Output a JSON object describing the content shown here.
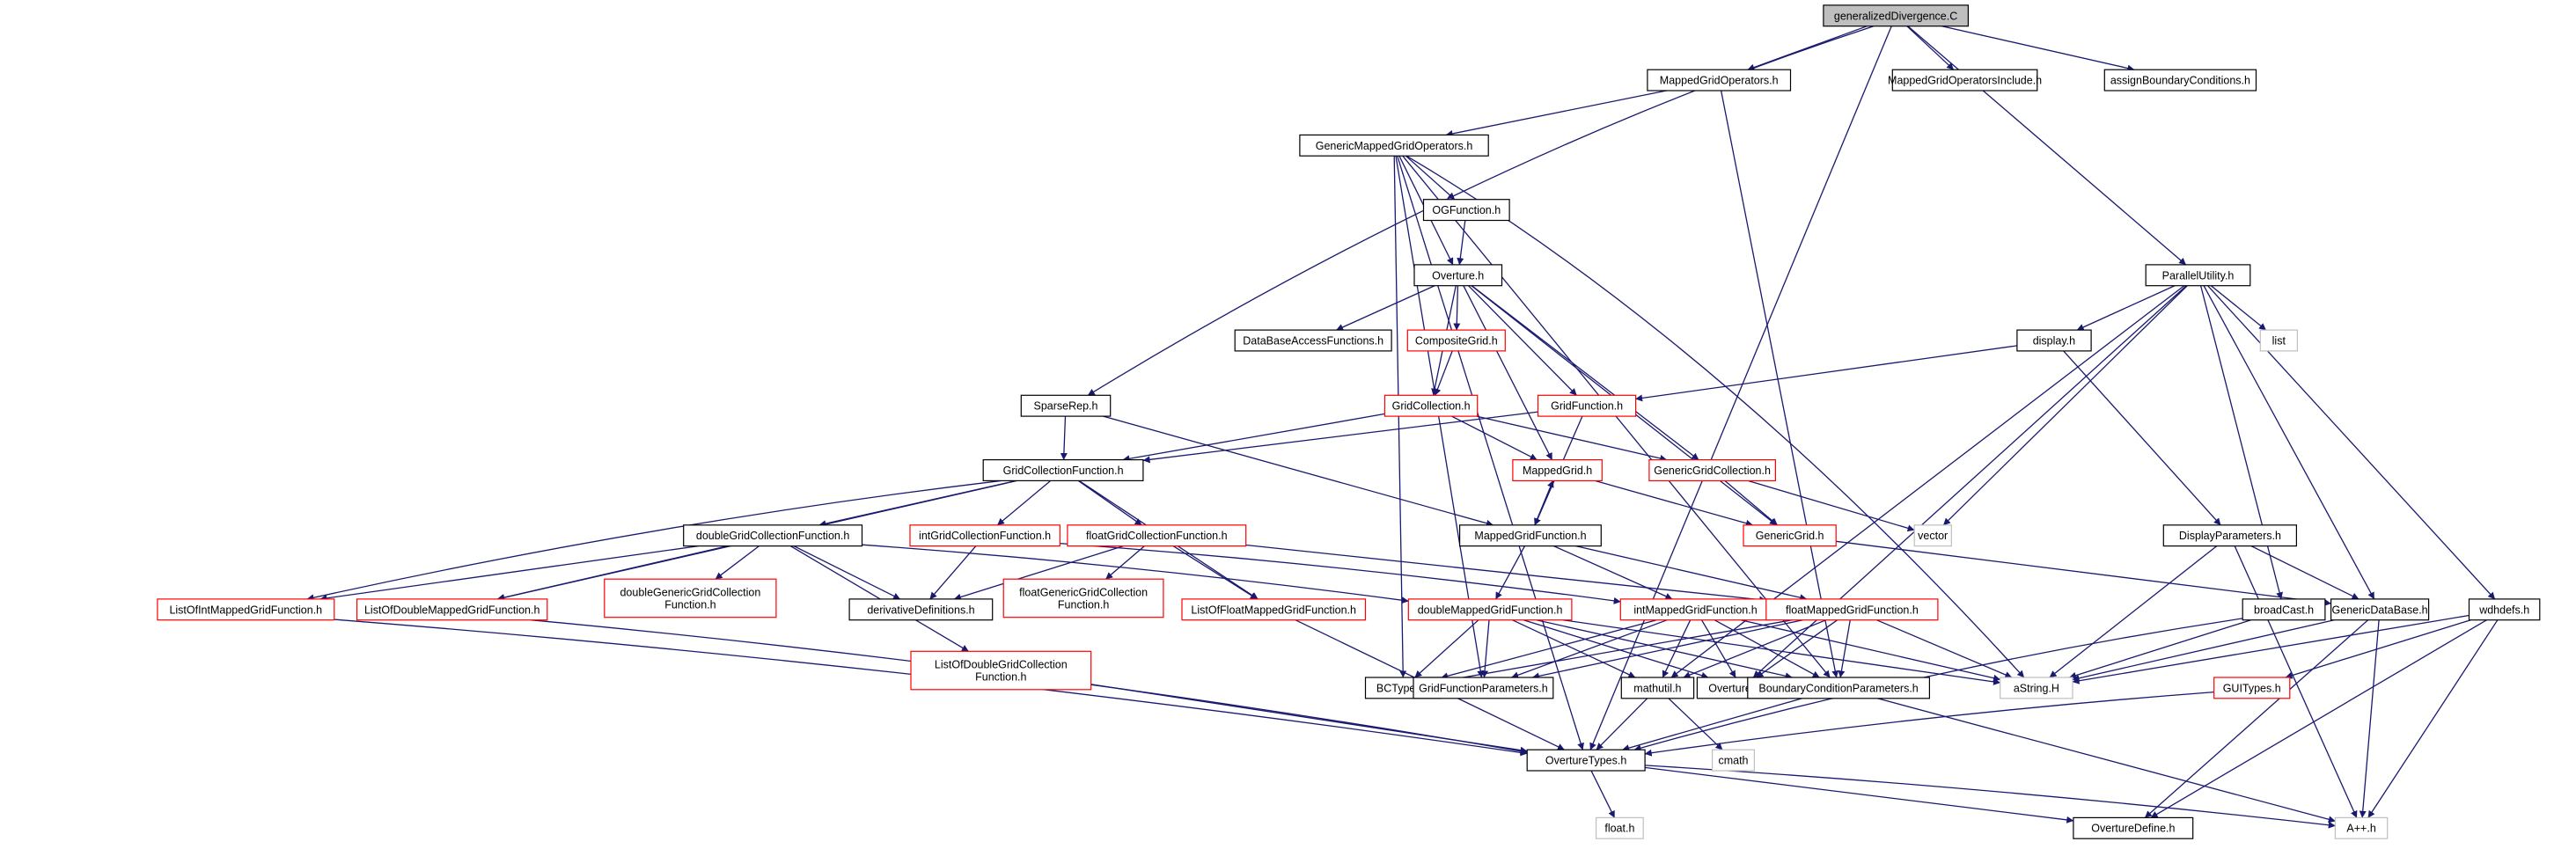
{
  "colors": {
    "edge": "#191970",
    "normal": "#000000",
    "red": "#ff0000",
    "gray": "#bfbfbf",
    "root_fill": "#bfbfbf"
  },
  "nodes": [
    {
      "id": "root",
      "label": "generalizedDivergence.C",
      "style": "root"
    },
    {
      "id": "mgo",
      "label": "MappedGridOperators.h",
      "style": "normal"
    },
    {
      "id": "mgoi",
      "label": "MappedGridOperatorsInclude.h",
      "style": "normal"
    },
    {
      "id": "abc",
      "label": "assignBoundaryConditions.h",
      "style": "normal"
    },
    {
      "id": "gmgo",
      "label": "GenericMappedGridOperators.h",
      "style": "normal"
    },
    {
      "id": "ogf",
      "label": "OGFunction.h",
      "style": "normal"
    },
    {
      "id": "ovt",
      "label": "Overture.h",
      "style": "normal"
    },
    {
      "id": "dbaf",
      "label": "DataBaseAccessFunctions.h",
      "style": "normal"
    },
    {
      "id": "cg",
      "label": "CompositeGrid.h",
      "style": "red"
    },
    {
      "id": "gc",
      "label": "GridCollection.h",
      "style": "red"
    },
    {
      "id": "gf",
      "label": "GridFunction.h",
      "style": "red"
    },
    {
      "id": "sr",
      "label": "SparseRep.h",
      "style": "normal"
    },
    {
      "id": "pu",
      "label": "ParallelUtility.h",
      "style": "normal"
    },
    {
      "id": "disp",
      "label": "display.h",
      "style": "normal"
    },
    {
      "id": "list",
      "label": "list",
      "style": "gray"
    },
    {
      "id": "gcf",
      "label": "GridCollectionFunction.h",
      "style": "normal"
    },
    {
      "id": "mg",
      "label": "MappedGrid.h",
      "style": "red"
    },
    {
      "id": "ggc",
      "label": "GenericGridCollection.h",
      "style": "red"
    },
    {
      "id": "dgcf",
      "label": "doubleGridCollectionFunction.h",
      "style": "normal"
    },
    {
      "id": "igcf",
      "label": "intGridCollectionFunction.h",
      "style": "red"
    },
    {
      "id": "fgcf",
      "label": "floatGridCollectionFunction.h",
      "style": "red"
    },
    {
      "id": "mgf",
      "label": "MappedGridFunction.h",
      "style": "normal"
    },
    {
      "id": "gg",
      "label": "GenericGrid.h",
      "style": "red"
    },
    {
      "id": "vec",
      "label": "vector",
      "style": "gray"
    },
    {
      "id": "dp",
      "label": "DisplayParameters.h",
      "style": "normal"
    },
    {
      "id": "limgf",
      "label": "ListOfIntMappedGridFunction.h",
      "style": "red"
    },
    {
      "id": "ldmgf",
      "label": "ListOfDoubleMappedGridFunction.h",
      "style": "red"
    },
    {
      "id": "dggcf",
      "label": "doubleGenericGridCollection\nFunction.h",
      "style": "red"
    },
    {
      "id": "dd",
      "label": "derivativeDefinitions.h",
      "style": "normal"
    },
    {
      "id": "fggcf",
      "label": "floatGenericGridCollection\nFunction.h",
      "style": "red"
    },
    {
      "id": "lfmgf",
      "label": "ListOfFloatMappedGridFunction.h",
      "style": "red"
    },
    {
      "id": "dmgf",
      "label": "doubleMappedGridFunction.h",
      "style": "red"
    },
    {
      "id": "imgf",
      "label": "intMappedGridFunction.h",
      "style": "red"
    },
    {
      "id": "fmgf",
      "label": "floatMappedGridFunction.h",
      "style": "red"
    },
    {
      "id": "bc",
      "label": "broadCast.h",
      "style": "normal"
    },
    {
      "id": "gdb",
      "label": "GenericDataBase.h",
      "style": "normal"
    },
    {
      "id": "wdh",
      "label": "wdhdefs.h",
      "style": "normal"
    },
    {
      "id": "ldgcf",
      "label": "ListOfDoubleGridCollection\nFunction.h",
      "style": "red"
    },
    {
      "id": "bct",
      "label": "BCTypes.h",
      "style": "normal"
    },
    {
      "id": "gfp",
      "label": "GridFunctionParameters.h",
      "style": "normal"
    },
    {
      "id": "mu",
      "label": "mathutil.h",
      "style": "normal"
    },
    {
      "id": "oi",
      "label": "OvertureInit.h",
      "style": "normal"
    },
    {
      "id": "bcp",
      "label": "BoundaryConditionParameters.h",
      "style": "normal"
    },
    {
      "id": "astr",
      "label": "aString.H",
      "style": "gray"
    },
    {
      "id": "gui",
      "label": "GUITypes.h",
      "style": "red"
    },
    {
      "id": "ot",
      "label": "OvertureTypes.h",
      "style": "normal"
    },
    {
      "id": "cmath",
      "label": "cmath",
      "style": "gray"
    },
    {
      "id": "flt",
      "label": "float.h",
      "style": "gray"
    },
    {
      "id": "od",
      "label": "OvertureDefine.h",
      "style": "normal"
    },
    {
      "id": "app",
      "label": "A++.h",
      "style": "gray"
    }
  ],
  "edges": [
    [
      "root",
      "mgo"
    ],
    [
      "root",
      "mgoi"
    ],
    [
      "root",
      "abc"
    ],
    [
      "root",
      "pu"
    ],
    [
      "root",
      "sr"
    ],
    [
      "root",
      "ot"
    ],
    [
      "mgo",
      "gmgo"
    ],
    [
      "mgo",
      "bcp"
    ],
    [
      "gmgo",
      "ogf"
    ],
    [
      "gmgo",
      "ovt"
    ],
    [
      "gmgo",
      "bcp"
    ],
    [
      "gmgo",
      "ot"
    ],
    [
      "gmgo",
      "bct"
    ],
    [
      "gmgo",
      "gfp"
    ],
    [
      "gmgo",
      "astr"
    ],
    [
      "ogf",
      "ovt"
    ],
    [
      "ovt",
      "dbaf"
    ],
    [
      "ovt",
      "cg"
    ],
    [
      "ovt",
      "gc"
    ],
    [
      "ovt",
      "gf"
    ],
    [
      "ovt",
      "mg"
    ],
    [
      "ovt",
      "ggc"
    ],
    [
      "ovt",
      "gg"
    ],
    [
      "cg",
      "gc"
    ],
    [
      "gc",
      "gcf"
    ],
    [
      "gc",
      "mg"
    ],
    [
      "gc",
      "ggc"
    ],
    [
      "gf",
      "gcf"
    ],
    [
      "gf",
      "mgf"
    ],
    [
      "sr",
      "gcf"
    ],
    [
      "sr",
      "mgf"
    ],
    [
      "gcf",
      "dgcf"
    ],
    [
      "gcf",
      "igcf"
    ],
    [
      "gcf",
      "fgcf"
    ],
    [
      "gcf",
      "limgf"
    ],
    [
      "gcf",
      "ldmgf"
    ],
    [
      "gcf",
      "lfmgf"
    ],
    [
      "dgcf",
      "limgf"
    ],
    [
      "dgcf",
      "ldmgf"
    ],
    [
      "dgcf",
      "dggcf"
    ],
    [
      "dgcf",
      "dd"
    ],
    [
      "dgcf",
      "ldgcf"
    ],
    [
      "dgcf",
      "dmgf"
    ],
    [
      "igcf",
      "dd"
    ],
    [
      "igcf",
      "imgf"
    ],
    [
      "fgcf",
      "fggcf"
    ],
    [
      "fgcf",
      "dd"
    ],
    [
      "fgcf",
      "lfmgf"
    ],
    [
      "fgcf",
      "fmgf"
    ],
    [
      "mg",
      "mgf"
    ],
    [
      "mg",
      "gg"
    ],
    [
      "mgf",
      "mg"
    ],
    [
      "mgf",
      "dmgf"
    ],
    [
      "mgf",
      "imgf"
    ],
    [
      "mgf",
      "fmgf"
    ],
    [
      "ggc",
      "gg"
    ],
    [
      "ggc",
      "vec"
    ],
    [
      "gg",
      "gdb"
    ],
    [
      "pu",
      "disp"
    ],
    [
      "pu",
      "list"
    ],
    [
      "pu",
      "vec"
    ],
    [
      "pu",
      "bc"
    ],
    [
      "pu",
      "gdb"
    ],
    [
      "pu",
      "wdh"
    ],
    [
      "pu",
      "mu"
    ],
    [
      "pu",
      "oi"
    ],
    [
      "disp",
      "gf"
    ],
    [
      "disp",
      "dp"
    ],
    [
      "dp",
      "gdb"
    ],
    [
      "dp",
      "astr"
    ],
    [
      "dp",
      "app"
    ],
    [
      "limgf",
      "ot"
    ],
    [
      "ldmgf",
      "ot"
    ],
    [
      "lfmgf",
      "ot"
    ],
    [
      "ldgcf",
      "ot"
    ],
    [
      "dmgf",
      "bct"
    ],
    [
      "dmgf",
      "gfp"
    ],
    [
      "dmgf",
      "mu"
    ],
    [
      "dmgf",
      "oi"
    ],
    [
      "dmgf",
      "bcp"
    ],
    [
      "dmgf",
      "astr"
    ],
    [
      "imgf",
      "bct"
    ],
    [
      "imgf",
      "gfp"
    ],
    [
      "imgf",
      "mu"
    ],
    [
      "imgf",
      "oi"
    ],
    [
      "imgf",
      "bcp"
    ],
    [
      "imgf",
      "astr"
    ],
    [
      "fmgf",
      "bct"
    ],
    [
      "fmgf",
      "gfp"
    ],
    [
      "fmgf",
      "mu"
    ],
    [
      "fmgf",
      "oi"
    ],
    [
      "fmgf",
      "bcp"
    ],
    [
      "fmgf",
      "astr"
    ],
    [
      "bc",
      "astr"
    ],
    [
      "bc",
      "ot"
    ],
    [
      "gdb",
      "astr"
    ],
    [
      "gdb",
      "od"
    ],
    [
      "gdb",
      "app"
    ],
    [
      "wdh",
      "astr"
    ],
    [
      "wdh",
      "gui"
    ],
    [
      "wdh",
      "od"
    ],
    [
      "wdh",
      "app"
    ],
    [
      "gui",
      "ot"
    ],
    [
      "mu",
      "ot"
    ],
    [
      "mu",
      "cmath"
    ],
    [
      "bcp",
      "ot"
    ],
    [
      "bcp",
      "app"
    ],
    [
      "ot",
      "flt"
    ],
    [
      "ot",
      "od"
    ],
    [
      "ot",
      "app"
    ]
  ]
}
